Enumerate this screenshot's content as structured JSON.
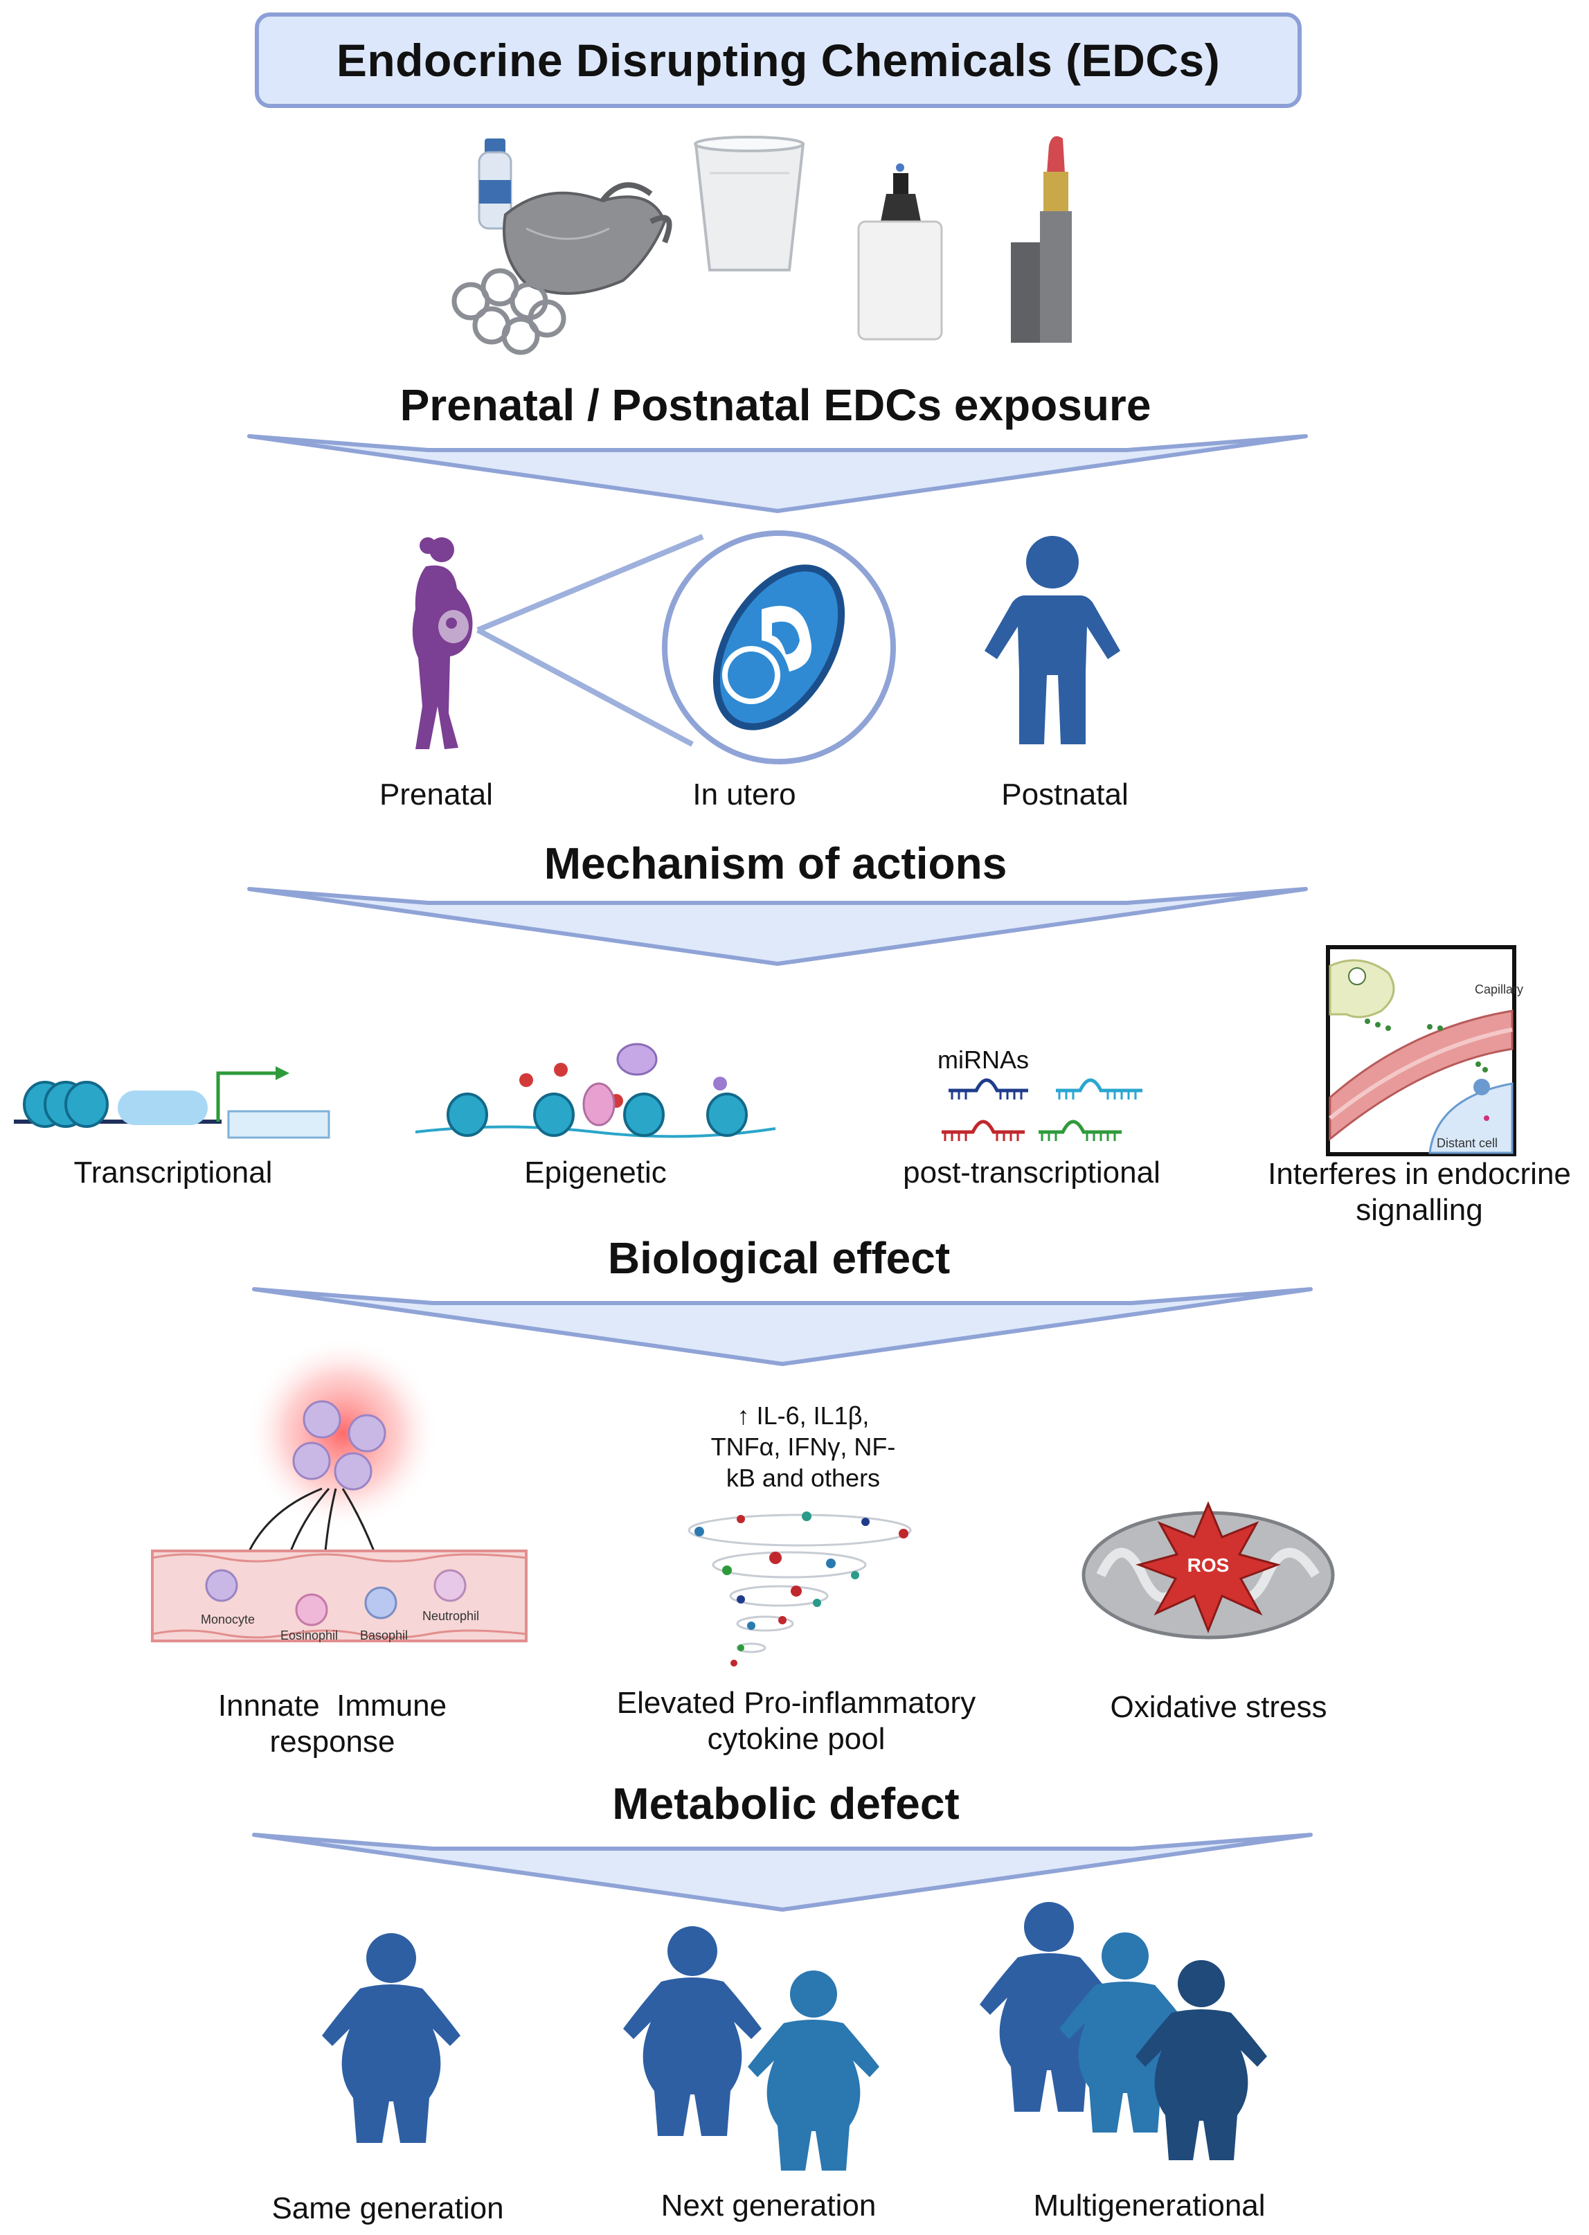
{
  "title": "Endocrine Disrupting Chemicals (EDCs)",
  "sections": {
    "exposure": "Prenatal / Postnatal EDCs exposure",
    "mechanism": "Mechanism of actions",
    "biological": "Biological effect",
    "metabolic": "Metabolic defect"
  },
  "exposure_labels": {
    "prenatal": "Prenatal",
    "in_utero": "In utero",
    "postnatal": "Postnatal"
  },
  "mechanisms": {
    "transcriptional": "Transcriptional",
    "epigenetic": "Epigenetic",
    "mirnas": "miRNAs",
    "post_transcriptional": "post-transcriptional",
    "endocrine_line1": "Interferes in endocrine",
    "endocrine_line2": "signalling",
    "capillary": "Capillary",
    "distant_cell": "Distant cell"
  },
  "biological": {
    "innate_line1": "Innnate  Immune",
    "innate_line2": "response",
    "monocyte": "Monocyte",
    "eosinophil": "Eosinophil",
    "basophil": "Basophil",
    "neutrophil": "Neutrophil",
    "cytokine_list_line1": "IL-6, IL1β,",
    "cytokine_list_line2": "TNFα, IFNγ, NF-",
    "cytokine_list_line3": "kB and others",
    "cytokine_line1": "Elevated Pro-inflammatory",
    "cytokine_line2": "cytokine pool",
    "ros": "ROS",
    "oxidative": "Oxidative stress"
  },
  "metabolic": {
    "same": "Same generation",
    "next": "Next generation",
    "multi": "Multigenerational"
  },
  "colors": {
    "arrow_fill": "#dfe9fa",
    "arrow_stroke": "#8fa3d6",
    "figure_blue": "#2e5fa3",
    "pregnant_purple": "#7b3f93"
  }
}
